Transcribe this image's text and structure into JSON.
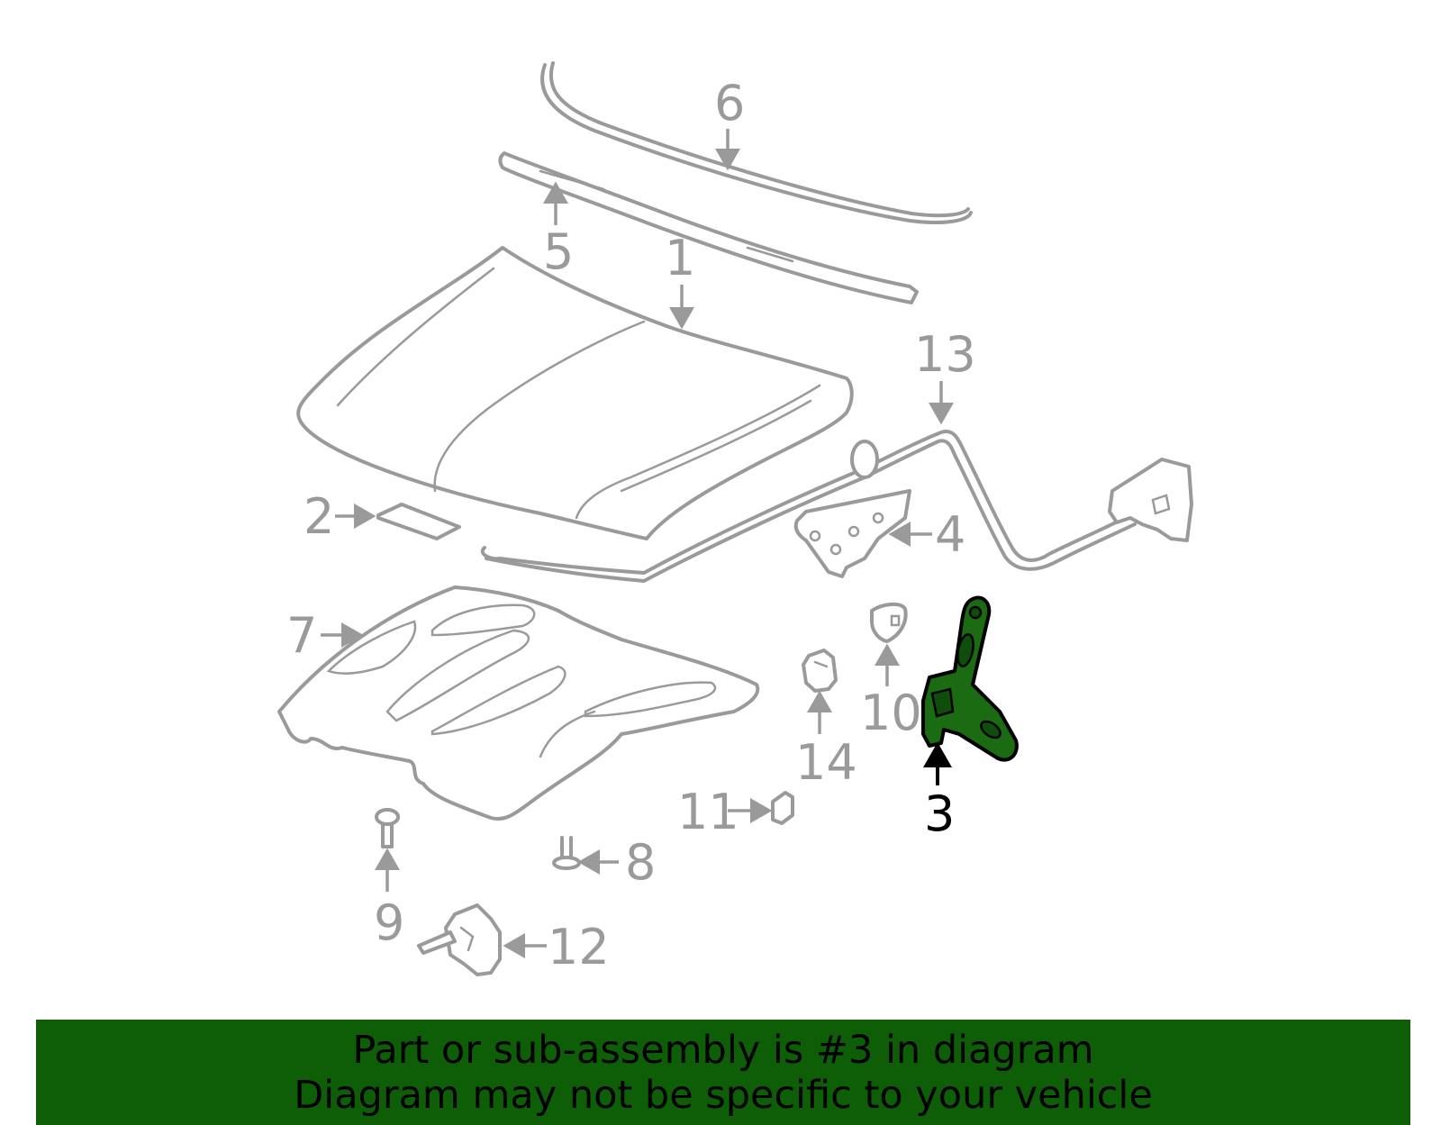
{
  "diagram": {
    "highlighted_part": "3",
    "callouts": [
      "1",
      "2",
      "3",
      "4",
      "5",
      "6",
      "7",
      "8",
      "9",
      "10",
      "11",
      "12",
      "13",
      "14"
    ]
  },
  "colors": {
    "line": "#9a9a9a",
    "highlight_fill": "#1a6b12",
    "banner_bg": "#0e5e08",
    "highlight_label": "#000000"
  },
  "banner": {
    "line1": "Part or sub-assembly is #3 in diagram",
    "line2": "Diagram may not be specific to your vehicle"
  }
}
